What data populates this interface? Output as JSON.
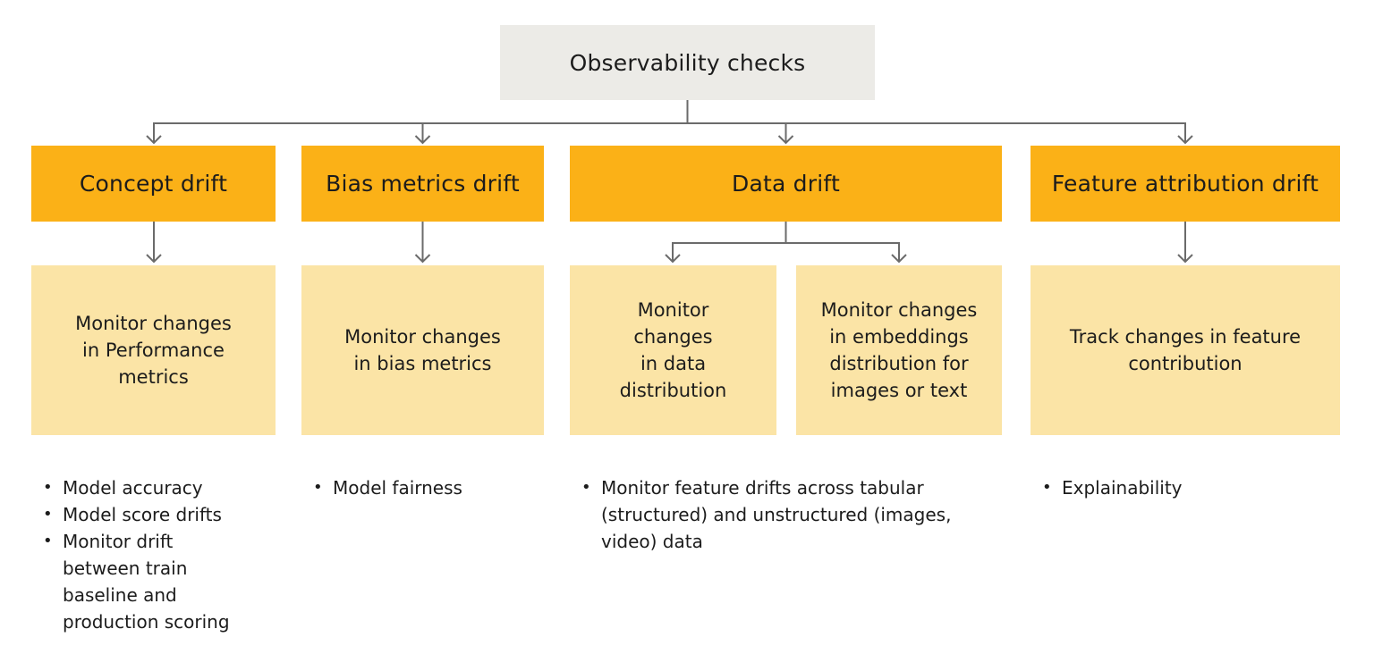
{
  "root": {
    "label": "Observability checks"
  },
  "columns": [
    {
      "header": "Concept drift",
      "subs": [
        {
          "text": "Monitor changes\nin Performance\nmetrics"
        }
      ],
      "bullets": [
        "Model accuracy",
        "Model score drifts",
        "Monitor drift\nbetween train\nbaseline and\nproduction scoring"
      ]
    },
    {
      "header": "Bias metrics drift",
      "subs": [
        {
          "text": "Monitor changes\nin bias metrics"
        }
      ],
      "bullets": [
        "Model fairness"
      ]
    },
    {
      "header": "Data drift",
      "subs": [
        {
          "text": "Monitor\nchanges\nin data\ndistribution"
        },
        {
          "text": "Monitor changes\nin embeddings\ndistribution for\nimages or text"
        }
      ],
      "bullets": [
        "Monitor feature drifts across tabular\n(structured) and unstructured (images,\nvideo) data"
      ]
    },
    {
      "header": "Feature attribution drift",
      "subs": [
        {
          "text": "Track changes in feature\ncontribution"
        }
      ],
      "bullets": [
        "Explainability"
      ]
    }
  ],
  "colors": {
    "background": "#FFFFFF",
    "root_box": "#ECEBE7",
    "branch_box": "#FBB117",
    "sub_box": "#FBE4A6",
    "connector": "#6B6B6B",
    "text": "#1C1C1C"
  }
}
